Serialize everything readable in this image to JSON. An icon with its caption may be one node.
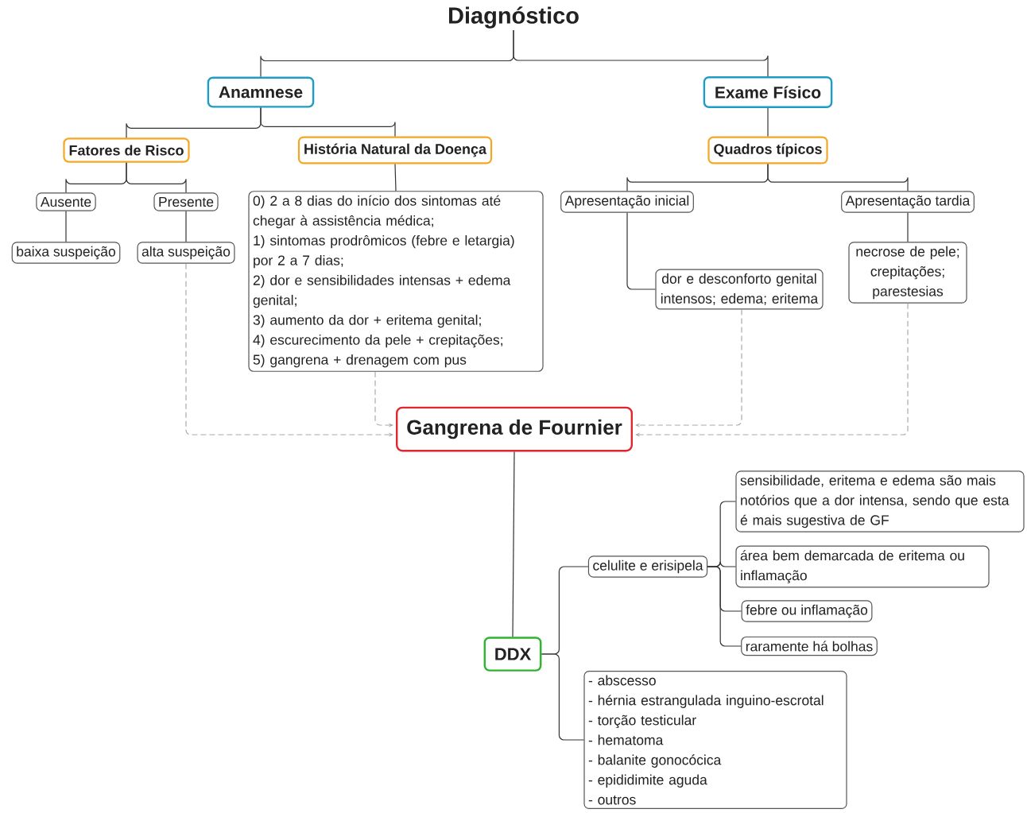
{
  "diagram": {
    "nodes": [
      {
        "text": [
          "Diagnóstico"
        ]
      },
      {
        "text": [
          "Anamnese"
        ]
      },
      {
        "text": [
          "Exame Físico"
        ]
      },
      {
        "text": [
          "Fatores de Risco"
        ]
      },
      {
        "text": [
          "História Natural da Doença"
        ]
      },
      {
        "text": [
          "Ausente"
        ]
      },
      {
        "text": [
          "Presente"
        ]
      },
      {
        "text": [
          "baixa suspeição"
        ]
      },
      {
        "text": [
          "alta suspeição"
        ]
      },
      {
        "text": [
          "0) 2 a 8 dias do início dos sintomas até chegar à assistência médica;",
          "1) sintomas prodrômicos (febre e letargia) por 2 a 7 dias;",
          "2) dor e sensibilidades intensas + edema genital;",
          "3) aumento da dor + eritema genital;",
          "4) escurecimento da pele + crepitações;",
          "5) gangrena + drenagem com pus"
        ]
      },
      {
        "text": [
          "Quadros típicos"
        ]
      },
      {
        "text": [
          "Apresentação inicial"
        ]
      },
      {
        "text": [
          "Apresentação tardia"
        ]
      },
      {
        "text": [
          "dor e desconforto genital intensos; edema; eritema"
        ]
      },
      {
        "text": [
          "necrose de pele; crepitações; parestesias"
        ]
      },
      {
        "text": [
          "Gangrena de Fournier"
        ]
      },
      {
        "text": [
          "DDX"
        ]
      },
      {
        "text": [
          "celulite e erisipela"
        ]
      },
      {
        "text": [
          "sensibilidade, eritema e edema são mais notórios que a dor intensa, sendo que esta é mais sugestiva de GF"
        ]
      },
      {
        "text": [
          "área bem demarcada de eritema ou inflamação"
        ]
      },
      {
        "text": [
          "febre ou inflamação"
        ]
      },
      {
        "text": [
          "raramente há bolhas"
        ]
      },
      {
        "text": [
          "- abscesso",
          "- hérnia estrangulada inguino-escrotal",
          "- torção testicular",
          "- hematoma",
          "- balanite gonocócica",
          "- epididimite aguda",
          "- outros"
        ]
      }
    ],
    "edges": [
      {
        "from": 0,
        "to": 1,
        "arrow": "none"
      },
      {
        "from": 0,
        "to": 2,
        "arrow": "none"
      },
      {
        "from": 1,
        "to": 3,
        "arrow": "none"
      },
      {
        "from": 1,
        "to": 4,
        "arrow": "none"
      },
      {
        "from": 3,
        "to": 5,
        "arrow": "none"
      },
      {
        "from": 3,
        "to": 6,
        "arrow": "none"
      },
      {
        "from": 5,
        "to": 7,
        "arrow": "none"
      },
      {
        "from": 6,
        "to": 8,
        "arrow": "none"
      },
      {
        "from": 4,
        "to": 9,
        "arrow": "none"
      },
      {
        "from": 2,
        "to": 10,
        "arrow": "none"
      },
      {
        "from": 10,
        "to": 11,
        "arrow": "none"
      },
      {
        "from": 10,
        "to": 12,
        "arrow": "none"
      },
      {
        "from": 11,
        "to": 13,
        "arrow": "none"
      },
      {
        "from": 12,
        "to": 14,
        "arrow": "none"
      },
      {
        "from": 8,
        "to": 15,
        "arrow": "to",
        "style": "dashed",
        "color": "#aaaaaa"
      },
      {
        "from": 9,
        "to": 15,
        "arrow": "to",
        "style": "dashed",
        "color": "#aaaaaa"
      },
      {
        "from": 13,
        "to": 15,
        "arrow": "to",
        "style": "dashed",
        "color": "#aaaaaa"
      },
      {
        "from": 14,
        "to": 15,
        "arrow": "to",
        "style": "dashed",
        "color": "#aaaaaa"
      },
      {
        "from": 15,
        "to": 16,
        "arrow": "none"
      },
      {
        "from": 16,
        "to": 17,
        "arrow": "none"
      },
      {
        "from": 16,
        "to": 22,
        "arrow": "none"
      },
      {
        "from": 17,
        "to": 18,
        "arrow": "none"
      },
      {
        "from": 17,
        "to": 19,
        "arrow": "none"
      },
      {
        "from": 17,
        "to": 20,
        "arrow": "none"
      },
      {
        "from": 17,
        "to": 21,
        "arrow": "none"
      }
    ]
  }
}
